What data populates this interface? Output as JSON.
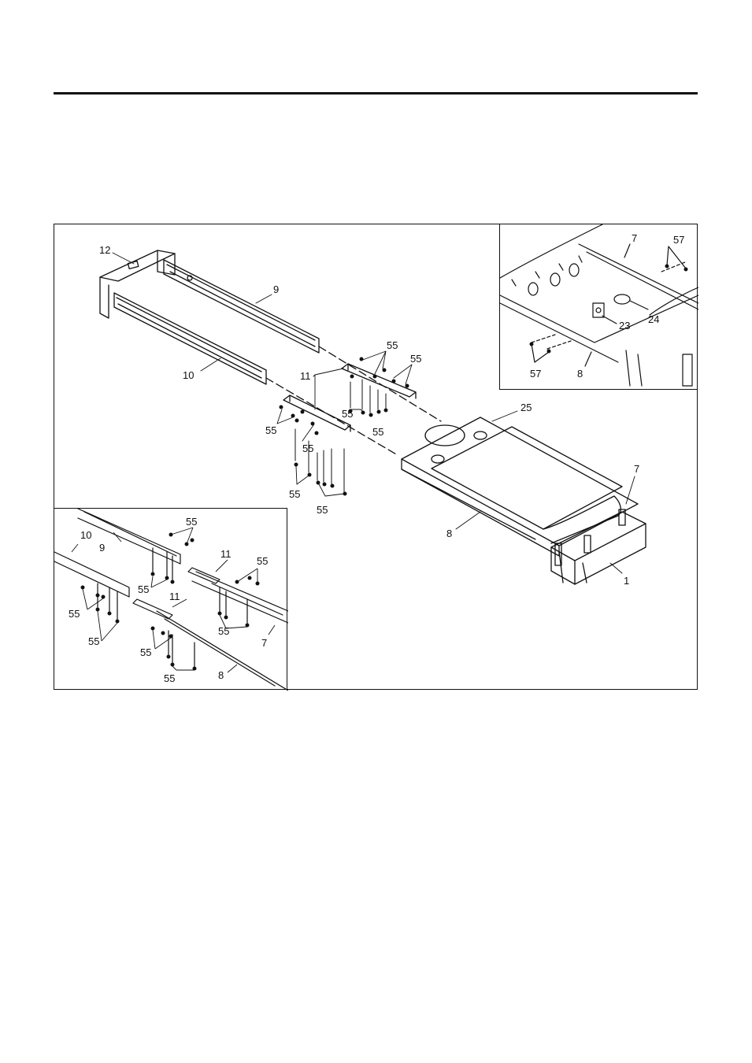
{
  "callouts": {
    "main": {
      "part12": "12",
      "part9": "9",
      "part10": "10",
      "part11": "11",
      "part55_a": "55",
      "part55_b": "55",
      "part55_c": "55",
      "part55_d": "55",
      "part55_e": "55",
      "part55_f": "55",
      "part55_g": "55",
      "part55_h": "55",
      "part25": "25",
      "part8": "8",
      "part7": "7",
      "part1": "1"
    },
    "inset_top_right": {
      "part7": "7",
      "part57_a": "57",
      "part23": "23",
      "part24": "24",
      "part57_b": "57",
      "part8": "8"
    },
    "inset_bottom_left": {
      "part10": "10",
      "part9": "9",
      "part55_a": "55",
      "part55_b": "55",
      "part55_c": "55",
      "part55_d": "55",
      "part11_a": "11",
      "part55_e": "55",
      "part11_b": "11",
      "part55_f": "55",
      "part7": "7",
      "part55_g": "55",
      "part55_h": "55",
      "part8": "8"
    }
  }
}
